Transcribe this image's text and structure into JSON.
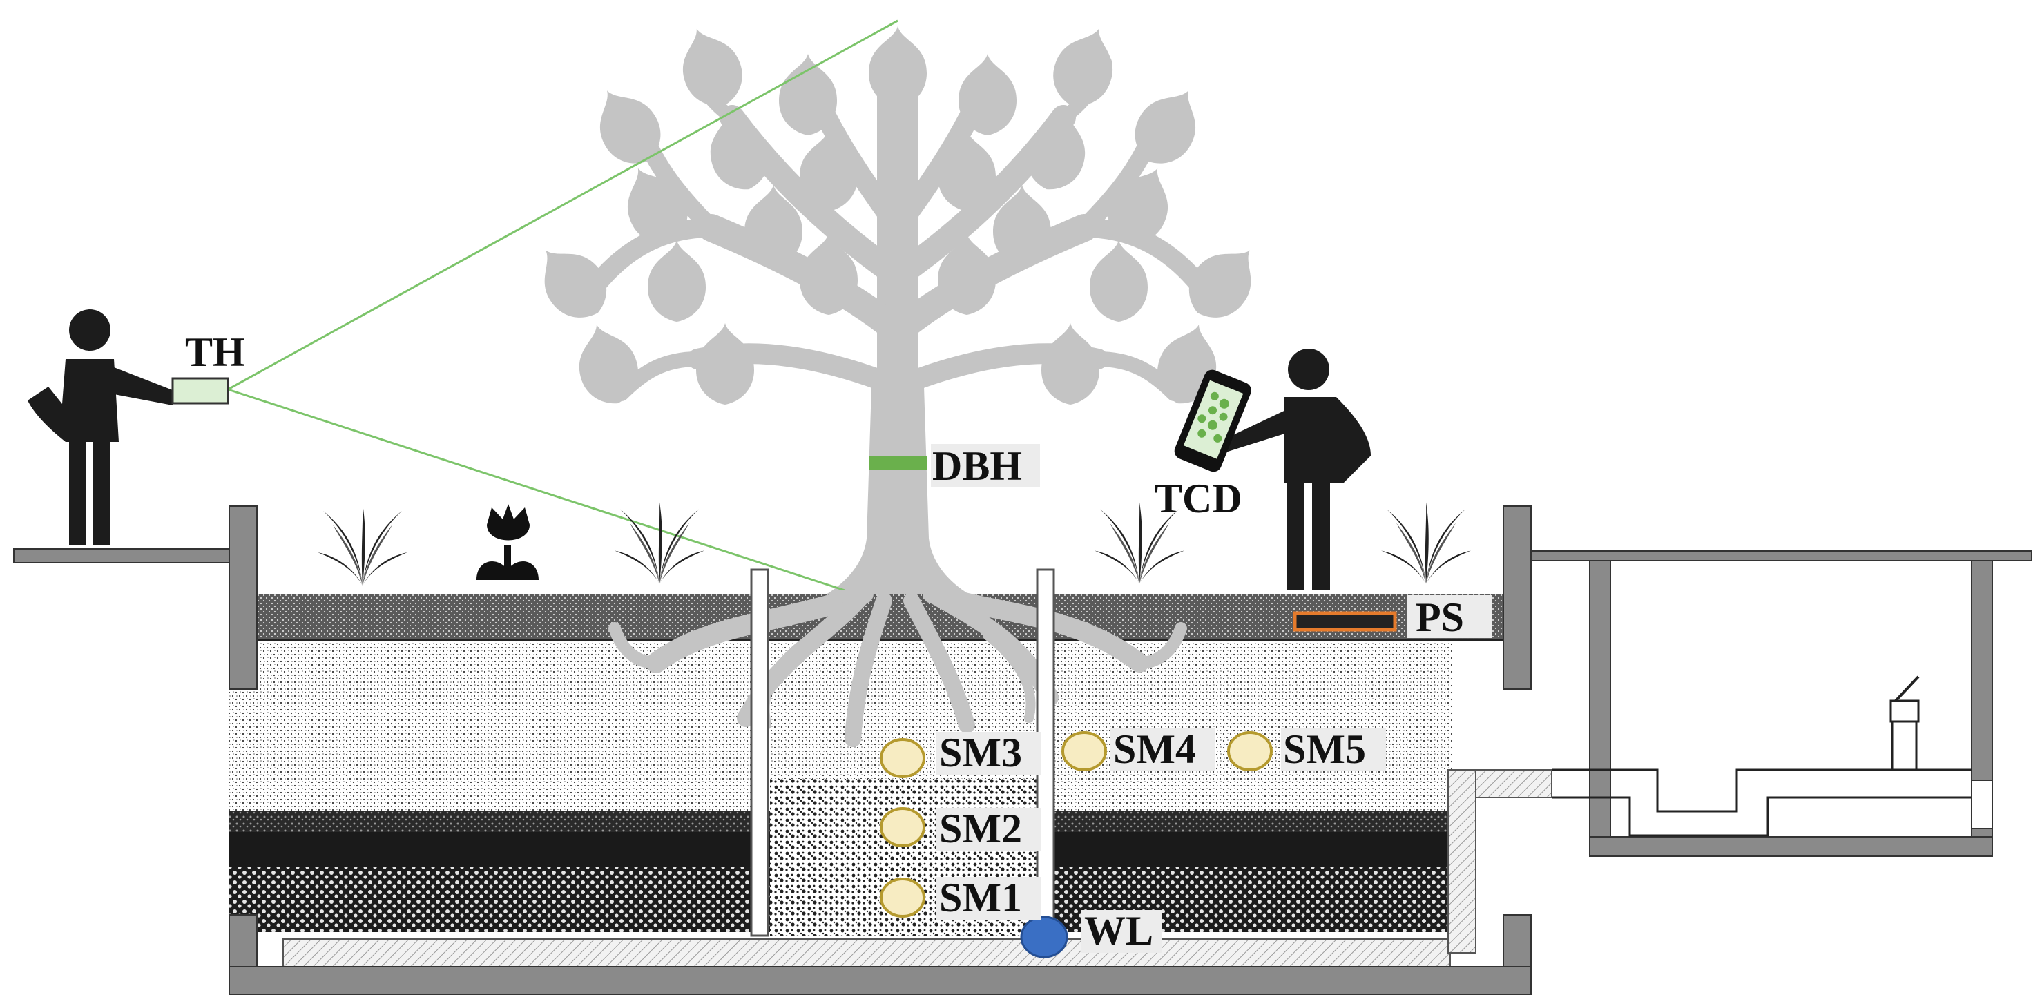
{
  "labels": {
    "th": "TH",
    "dbh": "DBH",
    "tcd": "TCD",
    "ps": "PS",
    "sm1": "SM1",
    "sm2": "SM2",
    "sm3": "SM3",
    "sm4": "SM4",
    "sm5": "SM5",
    "wl": "WL"
  },
  "colors": {
    "tree": "#c4c4c4",
    "figure": "#1c1c1c",
    "wall": "#8a8a8a",
    "sensor_fill": "#f7ecc2",
    "sensor_stroke": "#b59a2e",
    "water_level": "#3a6fc4",
    "sight_line": "#7cc46a",
    "dbh_band": "#6ab04c",
    "plate": "#e57b2c",
    "device_screen": "#dcefd4"
  }
}
